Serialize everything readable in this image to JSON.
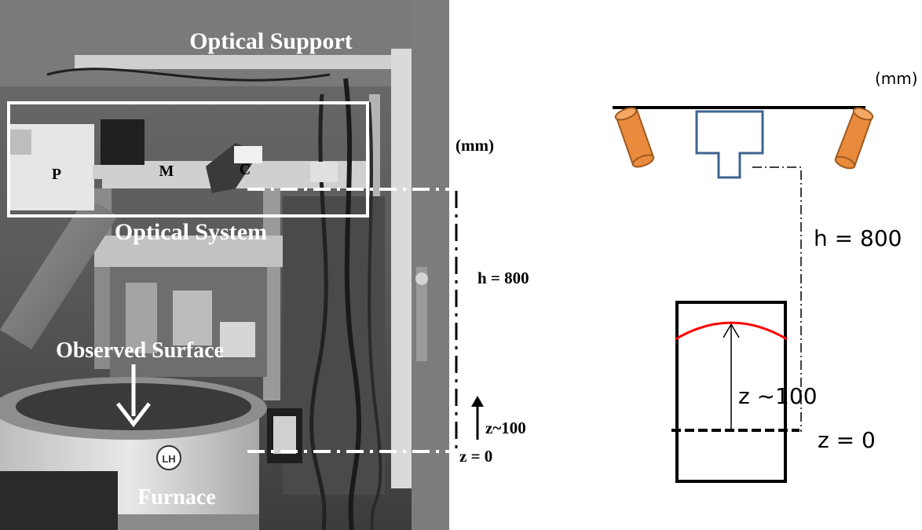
{
  "photo_panel": {
    "labels": {
      "optical_support": "Optical Support",
      "optical_system": "Optical System",
      "observed_surface": "Observed Surface",
      "furnace": "Furnace",
      "projector": "P",
      "mirror": "M",
      "camera": "C",
      "furnace_badge": "LH"
    },
    "scale": {
      "unit": "(mm)",
      "height": "h = 800",
      "depth": "z~100",
      "zero": "z = 0"
    }
  },
  "schematic_panel": {
    "unit": "(mm)",
    "height": "h = 800",
    "depth": "z ~100",
    "zero": "z = 0",
    "colors": {
      "camera_fill": "#e98a3c",
      "camera_stroke": "#9e5a20",
      "projector_stroke": "#3d6490",
      "surface_curve": "#ff0000",
      "lines": "#000000"
    }
  }
}
